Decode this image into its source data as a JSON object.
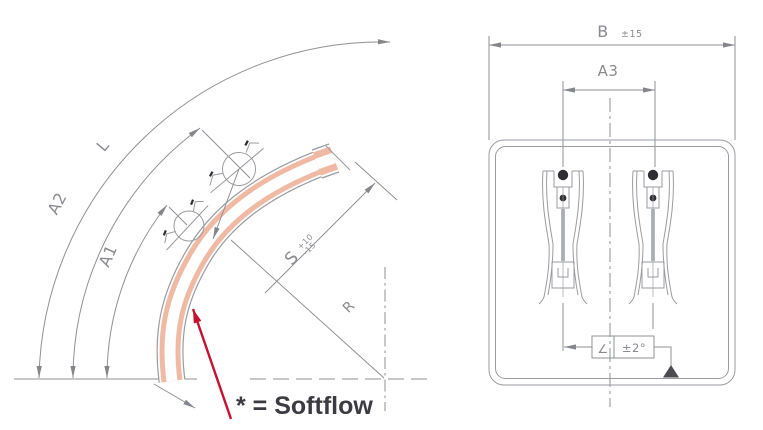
{
  "figure": {
    "type": "technical-drawing",
    "description": "Two-view dimension drawing of a bent hose with two hose clamps; red arrow marks the Softflow section"
  },
  "colors": {
    "drawing_line": "#8f9096",
    "hose_wall": "#f0b9a3",
    "hose_bore": "#ffffff",
    "callout_red": "#c41230",
    "dark_detail": "#2f2f33",
    "dim_text": "#8a8b91",
    "note_text": "#3b3b41"
  },
  "left_view": {
    "labels": {
      "total_length": "L",
      "a2": "A2",
      "a1": "A1",
      "s": "S",
      "s_tol_upper": "+10",
      "s_tol_lower": "-15",
      "radius": "R"
    },
    "callout": {
      "note": "* = Softflow"
    }
  },
  "right_view": {
    "labels": {
      "b": "B",
      "b_tol": "±15",
      "a3": "A3",
      "angularity": "∠",
      "angle_tol": "±2°"
    }
  }
}
